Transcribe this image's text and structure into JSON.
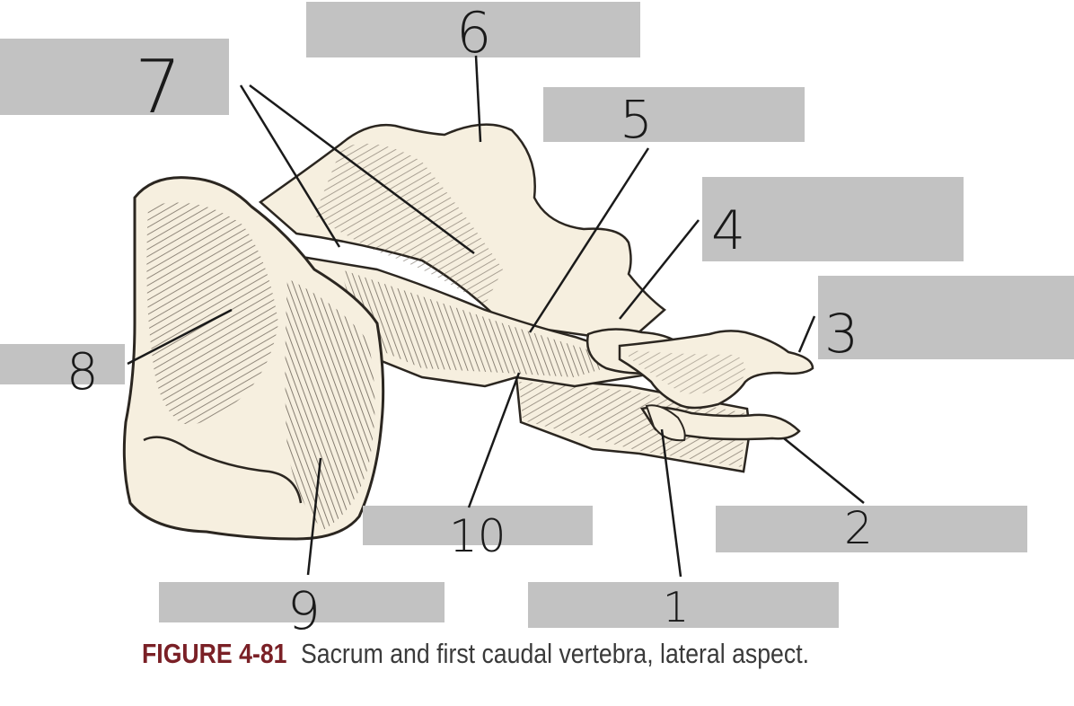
{
  "figure": {
    "number": "FIGURE 4-81",
    "caption": "Sacrum and first caudal vertebra, lateral aspect."
  },
  "labels": [
    {
      "id": "1",
      "text": "1"
    },
    {
      "id": "2",
      "text": "2"
    },
    {
      "id": "3",
      "text": "3"
    },
    {
      "id": "4",
      "text": "4"
    },
    {
      "id": "5",
      "text": "5"
    },
    {
      "id": "6",
      "text": "6"
    },
    {
      "id": "7",
      "text": "7"
    },
    {
      "id": "8",
      "text": "8"
    },
    {
      "id": "9",
      "text": "9"
    },
    {
      "id": "10",
      "text": "10"
    }
  ],
  "colors": {
    "label_box": "#c2c2c2",
    "bone": "#f6efdf",
    "bone_shade": "#6a5f52",
    "leader": "#1a1a1a",
    "figure_number": "#7a2026"
  }
}
